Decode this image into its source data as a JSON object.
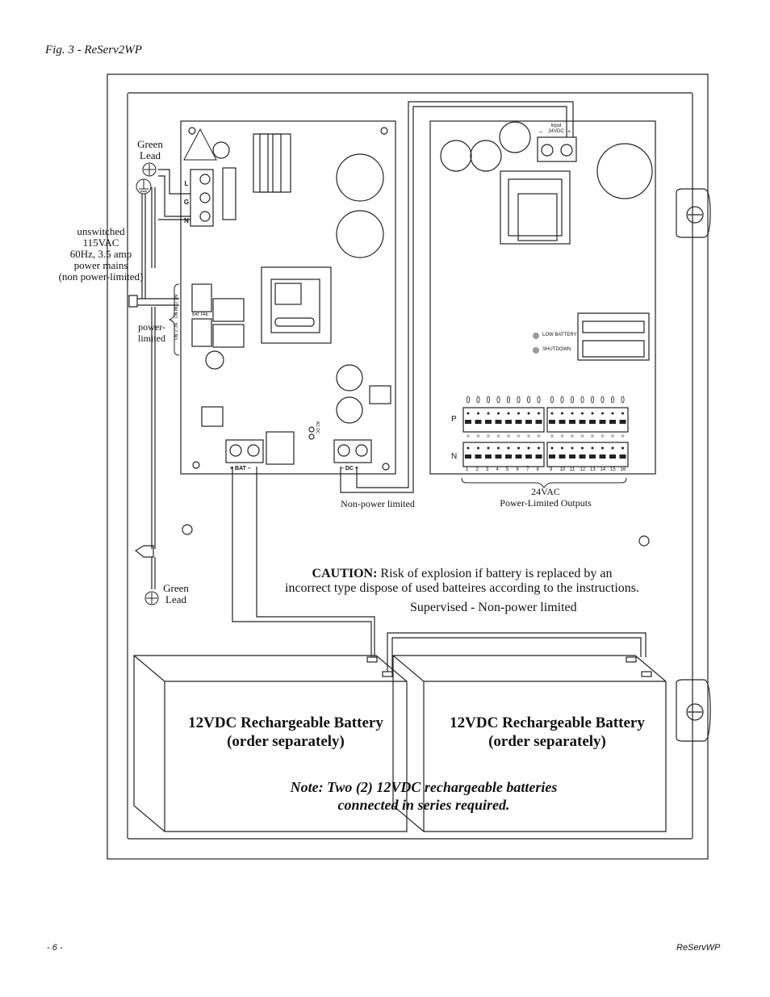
{
  "figure_title": "Fig. 3 - ReServ2WP",
  "labels": {
    "green_lead_top": [
      "Green",
      "Lead"
    ],
    "mains": [
      "unswitched",
      "115VAC",
      "60Hz, 3.5 amp",
      "power mains",
      "(non power-limited)"
    ],
    "power_limited": [
      "power-",
      "limited"
    ],
    "green_lead_bottom": [
      "Green",
      "Lead"
    ],
    "non_power_limited": "Non-power limited",
    "outputs": [
      "24VAC",
      "Power-Limited Outputs"
    ],
    "input_label": [
      "Input",
      "24VDC"
    ],
    "input_polarity": [
      "–",
      "+"
    ],
    "ac_dc": "AC DC",
    "low_battery": "LOW BATTERY",
    "shutdown": "SHUTDOWN",
    "terminal_lgn": [
      "L",
      "G",
      "N"
    ],
    "bat_fail_terminals": "NC COM NO",
    "bat_fail": "BAT FAIL",
    "ac_fail_terminals": "NC C NO",
    "bat_terminal": "+ BAT –",
    "dc_terminal": "– DC +",
    "row_p": "P",
    "row_n": "N",
    "output_numbers": [
      "1",
      "2",
      "3",
      "4",
      "5",
      "6",
      "7",
      "8",
      "9",
      "10",
      "11",
      "12",
      "13",
      "14",
      "15",
      "16"
    ]
  },
  "caution": {
    "heading": "CAUTION:",
    "text_line1": " Risk of explosion if battery is replaced by an",
    "text_line2": "incorrect type dispose of used batteires according to the instructions."
  },
  "supervised": "Supervised - Non-power limited",
  "battery_left": [
    "12VDC Rechargeable Battery",
    "(order separately)"
  ],
  "battery_right": [
    "12VDC Rechargeable Battery",
    "(order separately)"
  ],
  "note": [
    "Note: Two (2) 12VDC rechargeable batteries",
    "connected in series required."
  ],
  "footer": {
    "page": "- 6 -",
    "product": "ReServWP"
  }
}
